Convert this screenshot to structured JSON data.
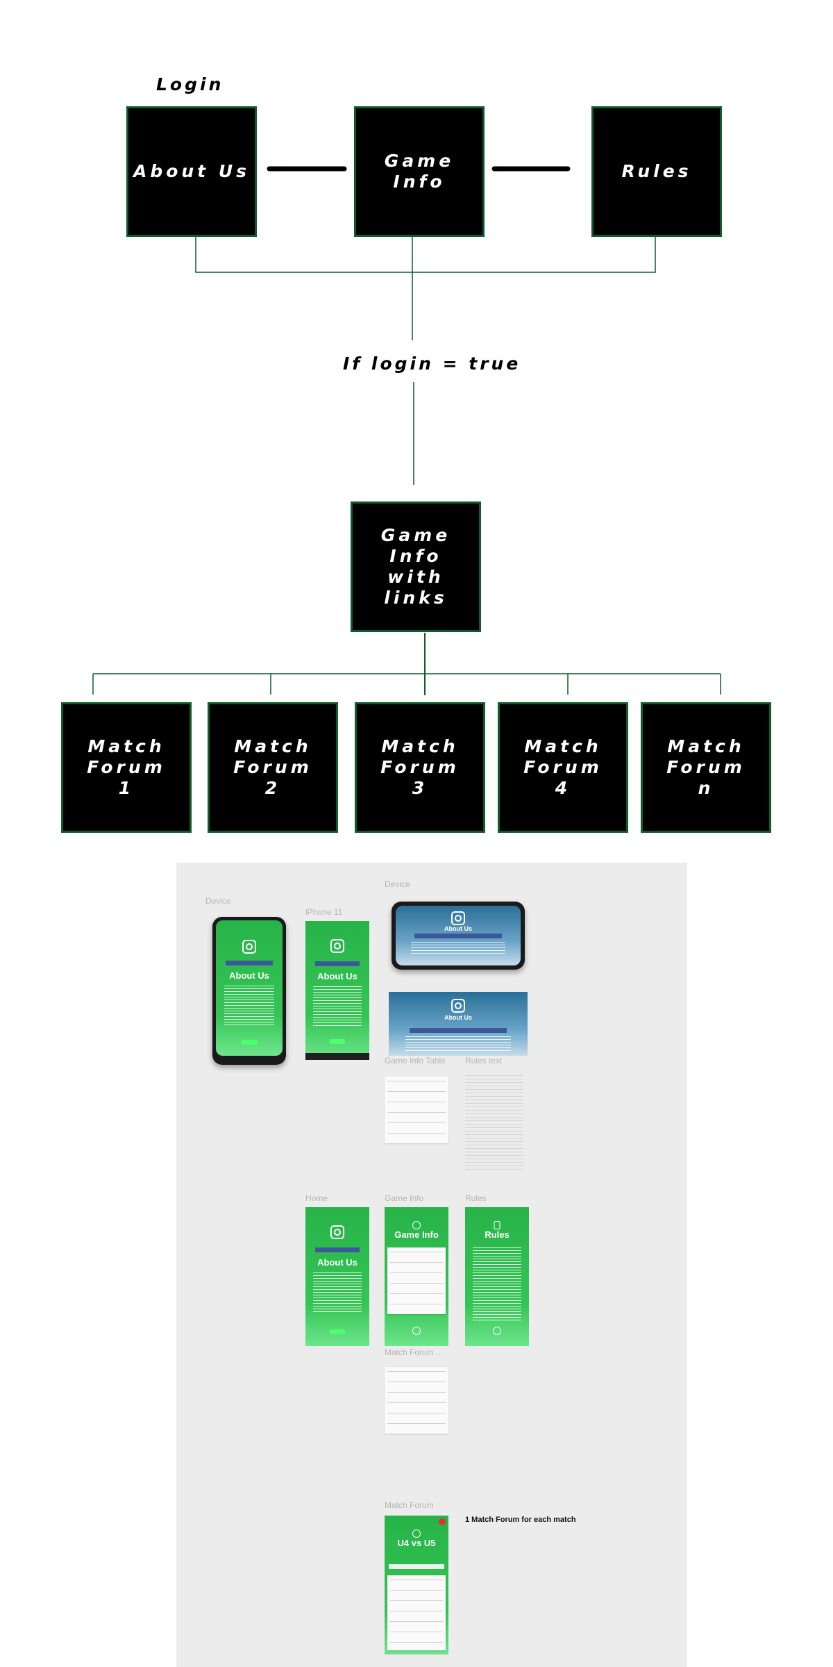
{
  "flowchart": {
    "login_label": "Login",
    "condition_label": "If login = true",
    "nodes": {
      "about_us": "About Us",
      "game_info": "Game\nInfo",
      "rules": "Rules",
      "game_info_links": "Game\nInfo\nwith\nlinks",
      "match_forum_1": "Match\nForum\n1",
      "match_forum_2": "Match\nForum\n2",
      "match_forum_3": "Match\nForum\n3",
      "match_forum_4": "Match\nForum\n4",
      "match_forum_n": "Match\nForum\nn"
    },
    "colors": {
      "node_fill": "#000000",
      "node_border": "#0e5c2a",
      "connector": "#0e5c2a",
      "strong_connector": "#000000"
    }
  },
  "canvas": {
    "frame_labels": {
      "device_portrait": "Device",
      "iphone": "iPhone 11",
      "device_landscape": "Device",
      "game_info_table": "Game Info Table",
      "rules_text": "Rules text",
      "home": "Home",
      "game_info": "Game Info",
      "rules": "Rules",
      "match_forum_table": "Match Forum ...",
      "match_forum": "Match Forum"
    },
    "screens": {
      "about_us_title": "About Us",
      "game_info_title": "Game Info",
      "rules_title": "Rules",
      "match_title": "U4 vs U5"
    },
    "note": "1 Match Forum for each match",
    "colors": {
      "canvas_bg": "#ececec",
      "screen_green": "#27b348",
      "screen_blue": "#2a6f98",
      "facebook_bar": "#3b5998"
    }
  }
}
